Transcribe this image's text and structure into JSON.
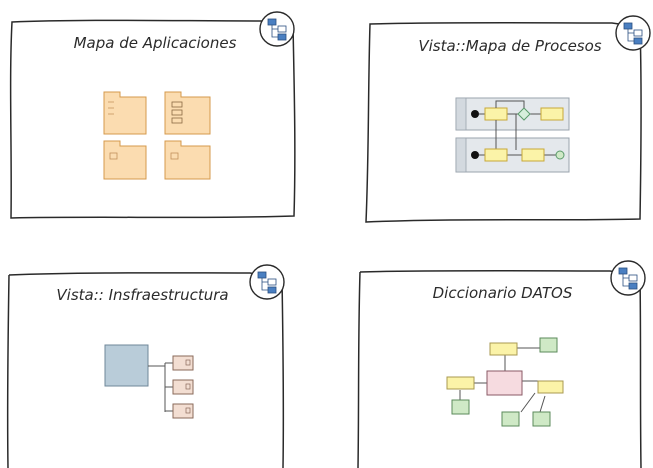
{
  "diagrams": [
    {
      "title": "Mapa de Aplicaciones",
      "icon": "diagram-link-icon"
    },
    {
      "title": "Vista::Mapa de Procesos",
      "icon": "diagram-link-icon"
    },
    {
      "title": "Vista:: Insfraestructura",
      "icon": "diagram-link-icon"
    },
    {
      "title": "Diccionario DATOS",
      "icon": "diagram-link-icon"
    }
  ],
  "colors": {
    "outline": "#2a2a2a",
    "package_fill": "#fbdcb0",
    "package_stroke": "#d49a4c",
    "process_fill": "#fbf3a8",
    "process_lane": "#e4e8ec",
    "node_fill": "#b9ccd9",
    "entity_fill": "#f6dbe0",
    "entity_green": "#cfe9c6",
    "icon_blue": "#4a7fc1"
  }
}
